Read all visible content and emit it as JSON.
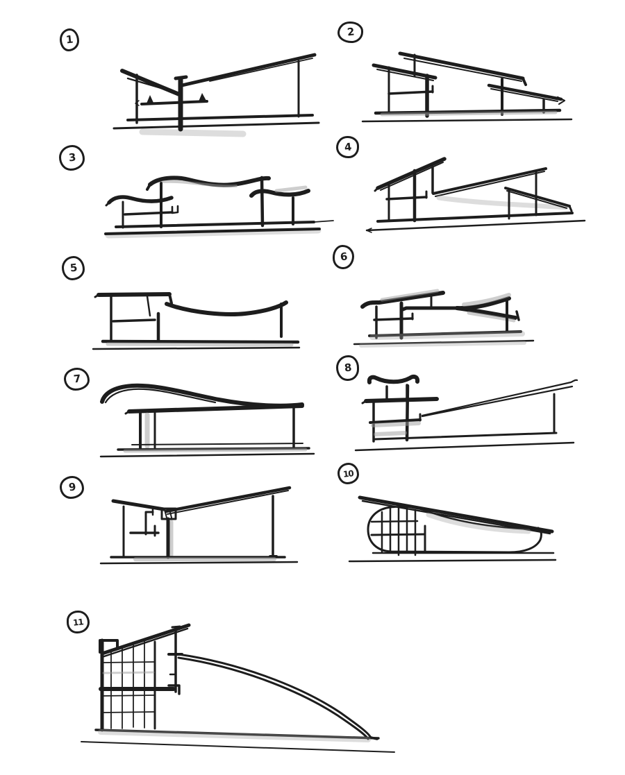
{
  "colors": {
    "background": "#ffffff",
    "ink": "#1d1d1d",
    "pencil": "#9e9e9e"
  },
  "sketches": [
    {
      "id": 1,
      "label": "1",
      "name": "butterfly-v-roof-section"
    },
    {
      "id": 2,
      "label": "2",
      "name": "stepped-shed-roofs-section"
    },
    {
      "id": 3,
      "label": "3",
      "name": "undulating-wave-roofs-section"
    },
    {
      "id": 4,
      "label": "4",
      "name": "opposing-shed-roofs-section"
    },
    {
      "id": 5,
      "label": "5",
      "name": "flat-roof-sagging-span-section"
    },
    {
      "id": 6,
      "label": "6",
      "name": "forked-branching-roof-section"
    },
    {
      "id": 7,
      "label": "7",
      "name": "wave-crest-roof-over-flat-box-section"
    },
    {
      "id": 8,
      "label": "8",
      "name": "upturned-dish-mast-long-shed-section"
    },
    {
      "id": 9,
      "label": "9",
      "name": "shallow-valley-clamp-roof-section"
    },
    {
      "id": 10,
      "label": "10",
      "name": "rounded-pod-under-tilted-plane-section"
    },
    {
      "id": 11,
      "label": "11",
      "name": "glazed-tower-swooping-roof-section"
    }
  ]
}
